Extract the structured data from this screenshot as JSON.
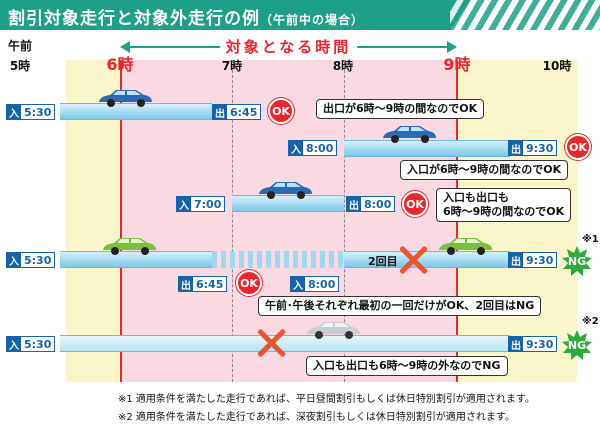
{
  "title": {
    "main": "割引対象走行と対象外走行の例",
    "sub": "（午前中の場合）"
  },
  "target_label": "対象となる時間",
  "hours": [
    {
      "top": "午前",
      "label": "5時",
      "red": false
    },
    {
      "top": "",
      "label": "6時",
      "red": true
    },
    {
      "top": "",
      "label": "7時",
      "red": false
    },
    {
      "top": "",
      "label": "8時",
      "red": false
    },
    {
      "top": "",
      "label": "9時",
      "red": true
    },
    {
      "top": "",
      "label": "10時",
      "red": false
    }
  ],
  "tags": {
    "in": "入",
    "out": "出"
  },
  "rows": [
    {
      "enter": "5:30",
      "exit": "6:45",
      "result": "OK",
      "callout": "出口が6時〜9時の間なのでOK"
    },
    {
      "enter": "8:00",
      "exit": "9:30",
      "result": "OK",
      "callout": "入口が6時〜9時の間なのでOK"
    },
    {
      "enter": "7:00",
      "exit": "8:00",
      "result": "OK",
      "callout_line1": "入口も出口も",
      "callout_line2": "6時〜9時の間なのでOK"
    },
    {
      "enter": "5:30",
      "exit": "6:45",
      "enter2": "8:00",
      "exit2": "9:30",
      "result": "OK",
      "result2": "NG",
      "second_label": "2回目",
      "note": "※1",
      "callout": "午前･午後それぞれ最初の一回だけがOK、2回目はNG"
    },
    {
      "enter": "5:30",
      "exit": "9:30",
      "result": "NG",
      "note": "※2",
      "callout": "入口も出口も6時〜9時の外なのでNG"
    }
  ],
  "footnotes": [
    "※1 適用条件を満たした走行であれば、平日昼間割引もしくは休日特別割引が適用されます。",
    "※2 適用条件を満たした走行であれば、深夜割引もしくは休日特別割引が適用されます。"
  ],
  "colors": {
    "accent": "#1e9f87",
    "red": "#e8262d",
    "pink": "#fad9e2",
    "yellow": "#fbf6c9",
    "blue": "#1663a8"
  }
}
